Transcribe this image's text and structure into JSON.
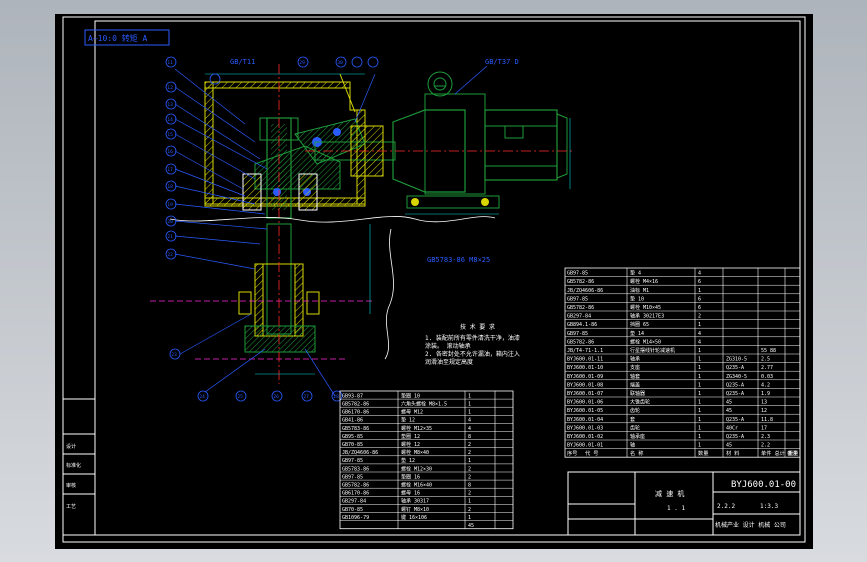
{
  "drawing": {
    "view_title": "A—10:0 转矩 A",
    "code_number": "BYJ600.01-00",
    "title_block_name": "减 速 机",
    "company": "机械产业 设计 机械 公司",
    "total_weight": "2.2.2",
    "scale": "1:3.3",
    "sheet": "1 . 1"
  },
  "callouts": {
    "top_left": "GB/T11",
    "top_right": "GB/T37 D",
    "bottom_note": "GB5783-86 M8×25",
    "items": [
      "11",
      "12",
      "13",
      "14",
      "15",
      "16",
      "17",
      "18",
      "19",
      "20",
      "21",
      "22",
      "23",
      "24",
      "25",
      "26",
      "27",
      "28",
      "29",
      "30"
    ]
  },
  "tech_notes": {
    "heading": "技 术 要 求",
    "lines": [
      "1. 装配前所有零件清洗干净，油漆",
      "   涂装。 滚动轴承",
      "2. 各密封处不允许漏油，箱内注入",
      "   润滑油至规定高度"
    ]
  },
  "left_block": {
    "rows": [
      "设计",
      "标准化",
      "审核",
      "工艺"
    ]
  },
  "bom_left": {
    "rows": [
      {
        "code": "GB93-87",
        "name": "垫圈 10",
        "qty": "1"
      },
      {
        "code": "GB5782-86",
        "name": "六角头螺栓 M8×1.5",
        "qty": "1"
      },
      {
        "code": "GB6170-86",
        "name": "螺母 M12",
        "qty": "1"
      },
      {
        "code": "GB41-86",
        "name": "垫 12",
        "qty": "4"
      },
      {
        "code": "GB5783-86",
        "name": "螺栓 M12×35",
        "qty": "4"
      },
      {
        "code": "GB95-85",
        "name": "垫圈 12",
        "qty": "8"
      },
      {
        "code": "GB70-85",
        "name": "螺栓 12",
        "qty": "2"
      },
      {
        "code": "JB/ZQ4606-86",
        "name": "螺栓 M8×40",
        "qty": "2"
      },
      {
        "code": "GB97-85",
        "name": "垫 12",
        "qty": "1"
      },
      {
        "code": "GB5783-86",
        "name": "螺栓 M12×30",
        "qty": "2"
      },
      {
        "code": "GB97-85",
        "name": "垫圈 16",
        "qty": "2"
      },
      {
        "code": "GB5782-86",
        "name": "螺栓 M16×40",
        "qty": "8"
      },
      {
        "code": "GB6170-86",
        "name": "螺母 16",
        "qty": "2"
      },
      {
        "code": "GB297-84",
        "name": "轴承 30317",
        "qty": "1"
      },
      {
        "code": "GB70-85",
        "name": "螺钉 M8×10",
        "qty": "2"
      },
      {
        "code": "GB1096-79",
        "name": "键 16×106",
        "qty": "1"
      }
    ],
    "last_row_value": "45"
  },
  "bom_right": {
    "rows": [
      {
        "code": "GB97-85",
        "name": "垫 4",
        "qty": "4",
        "mat": "",
        "w": ""
      },
      {
        "code": "GB5782-86",
        "name": "螺栓 M4×16",
        "qty": "6",
        "mat": "",
        "w": ""
      },
      {
        "code": "JB/ZQ4606-86",
        "name": "油标 M1",
        "qty": "1",
        "mat": "",
        "w": ""
      },
      {
        "code": "GB97-85",
        "name": "垫 10",
        "qty": "6",
        "mat": "",
        "w": ""
      },
      {
        "code": "GB5782-86",
        "name": "螺栓 M10×45",
        "qty": "6",
        "mat": "",
        "w": ""
      },
      {
        "code": "GB297-84",
        "name": "轴承 30217E3",
        "qty": "2",
        "mat": "",
        "w": ""
      },
      {
        "code": "GB894.1-86",
        "name": "挡圈 65",
        "qty": "1",
        "mat": "",
        "w": ""
      },
      {
        "code": "GB97-85",
        "name": "垫 14",
        "qty": "4",
        "mat": "",
        "w": ""
      },
      {
        "code": "GB5782-86",
        "name": "螺栓 M14×50",
        "qty": "4",
        "mat": "",
        "w": ""
      },
      {
        "code": "JB/T4-71-1.1",
        "name": "行星摆线针轮减速机",
        "qty": "1",
        "mat": "",
        "w": "55 88"
      },
      {
        "code": "BYJ600.01-11",
        "name": "轴承",
        "qty": "1",
        "mat": "ZG310-5",
        "w": "2.5"
      },
      {
        "code": "BYJ600.01-10",
        "name": "支座",
        "qty": "1",
        "mat": "Q235-A",
        "w": "2.77"
      },
      {
        "code": "BYJ600.01-09",
        "name": "轴套",
        "qty": "1",
        "mat": "ZG340-5",
        "w": "0.03"
      },
      {
        "code": "BYJ600.01-08",
        "name": "端盖",
        "qty": "1",
        "mat": "Q235-A",
        "w": "4.2"
      },
      {
        "code": "BYJ600.01-07",
        "name": "联轴器",
        "qty": "1",
        "mat": "Q235-A",
        "w": "1.9"
      },
      {
        "code": "BYJ600.01-06",
        "name": "大锥齿轮",
        "qty": "1",
        "mat": "45",
        "w": "13"
      },
      {
        "code": "BYJ600.01-05",
        "name": "齿轮",
        "qty": "1",
        "mat": "45",
        "w": "12"
      },
      {
        "code": "BYJ600.01-04",
        "name": "套",
        "qty": "1",
        "mat": "Q235-A",
        "w": "11.8"
      },
      {
        "code": "BYJ600.01-03",
        "name": "齿轮",
        "qty": "1",
        "mat": "40Cr",
        "w": "17"
      },
      {
        "code": "BYJ600.01-02",
        "name": "轴承座",
        "qty": "1",
        "mat": "Q235-A",
        "w": "2.3"
      },
      {
        "code": "BYJ600.01-01",
        "name": "轴",
        "qty": "1",
        "mat": "45",
        "w": "2.2"
      }
    ],
    "header": [
      "序号",
      "代 号",
      "名 称",
      "数量",
      "材 料",
      "单件 总计 重量",
      "备注"
    ]
  },
  "colors": {
    "outline_white": "#ffffff",
    "gear_green": "#1e9a3a",
    "hatch_yellow": "#d8d800",
    "dim_cyan": "#00d8d8",
    "callout_blue": "#2a5bff",
    "center_red": "#ff2a2a",
    "parting_magenta": "#ff2ad8"
  }
}
